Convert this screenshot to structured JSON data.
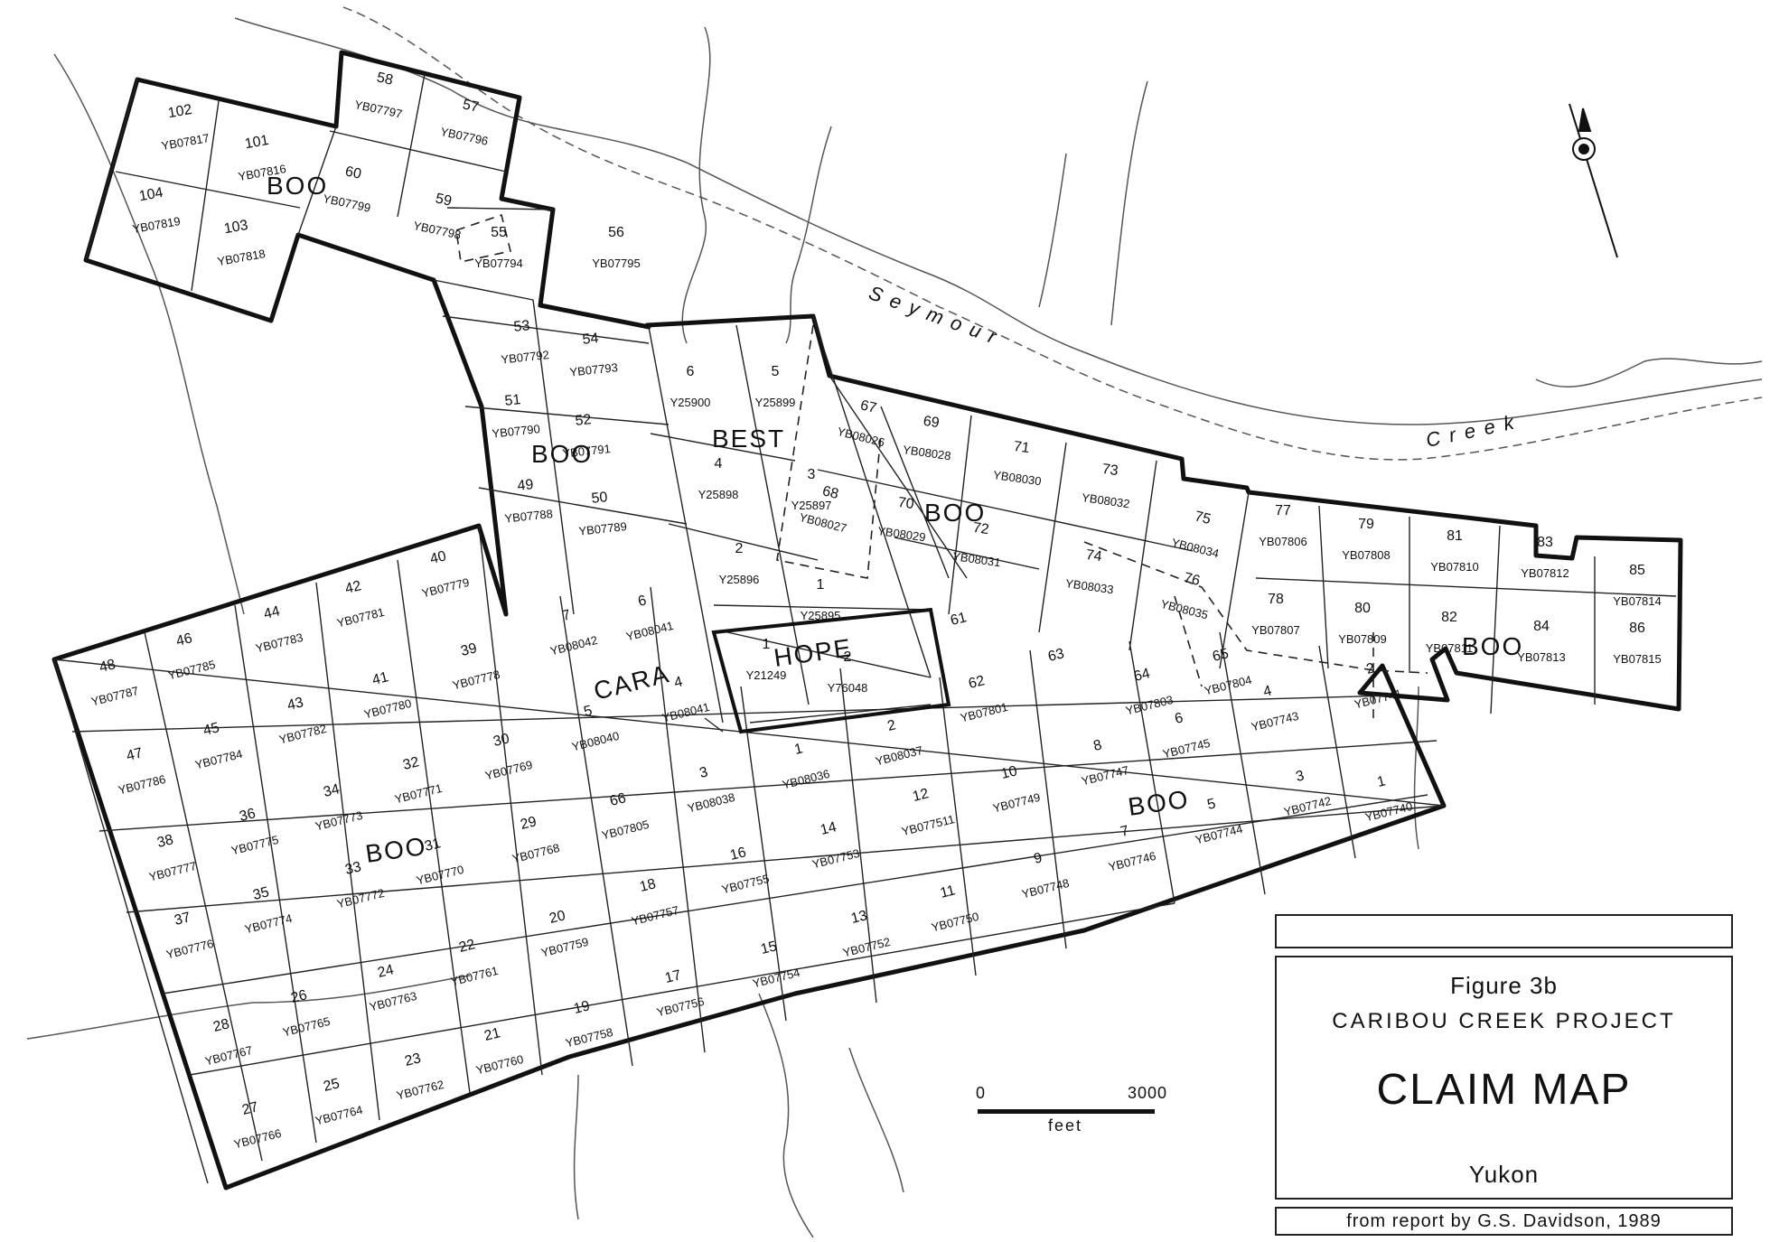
{
  "title_block": {
    "figure": "Figure 3b",
    "project": "CARIBOU CREEK PROJECT",
    "map_title": "CLAIM MAP",
    "region": "Yukon",
    "credit": "from report by G.S. Davidson, 1989"
  },
  "scale_bar": {
    "min_label": "0",
    "max_label": "3000",
    "unit": "feet"
  },
  "creek_labels": [
    {
      "id": "seymour",
      "text": "Seymour"
    },
    {
      "id": "creek",
      "text": "Creek"
    }
  ],
  "claim_groups": [
    {
      "id": "boo-nw",
      "text": "BOO"
    },
    {
      "id": "boo-mid",
      "text": "BOO"
    },
    {
      "id": "best",
      "text": "BEST"
    },
    {
      "id": "boo-center",
      "text": "BOO"
    },
    {
      "id": "cara",
      "text": "CARA"
    },
    {
      "id": "hope",
      "text": "HOPE"
    },
    {
      "id": "boo-sw",
      "text": "BOO"
    },
    {
      "id": "boo-se",
      "text": "BOO"
    },
    {
      "id": "boo-east",
      "text": "BOO"
    }
  ],
  "claims": [
    {
      "num": "102",
      "tag": "YB07817"
    },
    {
      "num": "101",
      "tag": "YB07816"
    },
    {
      "num": "104",
      "tag": "YB07819"
    },
    {
      "num": "103",
      "tag": "YB07818"
    },
    {
      "num": "58",
      "tag": "YB07797"
    },
    {
      "num": "57",
      "tag": "YB07796"
    },
    {
      "num": "60",
      "tag": "YB07799"
    },
    {
      "num": "59",
      "tag": "YB07798"
    },
    {
      "num": "55",
      "tag": "YB07794"
    },
    {
      "num": "56",
      "tag": "YB07795"
    },
    {
      "num": "53",
      "tag": "YB07792"
    },
    {
      "num": "54",
      "tag": "YB07793"
    },
    {
      "num": "51",
      "tag": "YB07790"
    },
    {
      "num": "52",
      "tag": "YB07791"
    },
    {
      "num": "49",
      "tag": "YB07788"
    },
    {
      "num": "50",
      "tag": "YB07789"
    },
    {
      "num": "6",
      "tag": "Y25900"
    },
    {
      "num": "5",
      "tag": "Y25899"
    },
    {
      "num": "4",
      "tag": "Y25898"
    },
    {
      "num": "3",
      "tag": "Y25897"
    },
    {
      "num": "2",
      "tag": "Y25896"
    },
    {
      "num": "1",
      "tag": "Y25895"
    },
    {
      "num": "67",
      "tag": "YB08026"
    },
    {
      "num": "68",
      "tag": "YB08027"
    },
    {
      "num": "69",
      "tag": "YB08028"
    },
    {
      "num": "70",
      "tag": "YB08029"
    },
    {
      "num": "71",
      "tag": "YB08030"
    },
    {
      "num": "72",
      "tag": "YB08031"
    },
    {
      "num": "73",
      "tag": "YB08032"
    },
    {
      "num": "74",
      "tag": "YB08033"
    },
    {
      "num": "75",
      "tag": "YB08034"
    },
    {
      "num": "76",
      "tag": "YB08035"
    },
    {
      "num": "77",
      "tag": "YB07806"
    },
    {
      "num": "78",
      "tag": "YB07807"
    },
    {
      "num": "79",
      "tag": "YB07808"
    },
    {
      "num": "80",
      "tag": "YB07809"
    },
    {
      "num": "81",
      "tag": "YB07810"
    },
    {
      "num": "82",
      "tag": "YB07811"
    },
    {
      "num": "83",
      "tag": "YB07812"
    },
    {
      "num": "84",
      "tag": "YB07813"
    },
    {
      "num": "85",
      "tag": "YB07814"
    },
    {
      "num": "86",
      "tag": "YB07815"
    },
    {
      "num": "48",
      "tag": "YB07787"
    },
    {
      "num": "46",
      "tag": "YB07785"
    },
    {
      "num": "44",
      "tag": "YB07783"
    },
    {
      "num": "42",
      "tag": "YB07781"
    },
    {
      "num": "40",
      "tag": "YB07779"
    },
    {
      "num": "47",
      "tag": "YB07786"
    },
    {
      "num": "45",
      "tag": "YB07784"
    },
    {
      "num": "43",
      "tag": "YB07782"
    },
    {
      "num": "41",
      "tag": "YB07780"
    },
    {
      "num": "39",
      "tag": "YB07778"
    },
    {
      "num": "7",
      "tag": "YB08042"
    },
    {
      "num": "6",
      "tag": "YB08041"
    },
    {
      "num": "5",
      "tag": "YB08040"
    },
    {
      "num": "4",
      "tag": "YB08041"
    },
    {
      "num": "1",
      "tag": "Y21249"
    },
    {
      "num": "2",
      "tag": "Y76048"
    },
    {
      "num": "61",
      "tag": ""
    },
    {
      "num": "62",
      "tag": "YB07801"
    },
    {
      "num": "63",
      "tag": ""
    },
    {
      "num": "64",
      "tag": "YB07803"
    },
    {
      "num": "65",
      "tag": "YB07804"
    },
    {
      "num": "38",
      "tag": "YB07777"
    },
    {
      "num": "36",
      "tag": "YB07775"
    },
    {
      "num": "34",
      "tag": "YB07773"
    },
    {
      "num": "32",
      "tag": "YB07771"
    },
    {
      "num": "30",
      "tag": "YB07769"
    },
    {
      "num": "37",
      "tag": "YB07776"
    },
    {
      "num": "35",
      "tag": "YB07774"
    },
    {
      "num": "33",
      "tag": "YB07772"
    },
    {
      "num": "31",
      "tag": "YB07770"
    },
    {
      "num": "29",
      "tag": "YB07768"
    },
    {
      "num": "66",
      "tag": "YB07805"
    },
    {
      "num": "3",
      "tag": "YB08038"
    },
    {
      "num": "1",
      "tag": "YB08036"
    },
    {
      "num": "2",
      "tag": "YB08037"
    },
    {
      "num": "12",
      "tag": "YB077511"
    },
    {
      "num": "10",
      "tag": "YB07749"
    },
    {
      "num": "8",
      "tag": "YB07747"
    },
    {
      "num": "6",
      "tag": "YB07745"
    },
    {
      "num": "4",
      "tag": "YB07743"
    },
    {
      "num": "2",
      "tag": "YB07741"
    },
    {
      "num": "26",
      "tag": "YB07765"
    },
    {
      "num": "24",
      "tag": "YB07763"
    },
    {
      "num": "22",
      "tag": "YB07761"
    },
    {
      "num": "20",
      "tag": "YB07759"
    },
    {
      "num": "18",
      "tag": "YB07757"
    },
    {
      "num": "16",
      "tag": "YB07755"
    },
    {
      "num": "14",
      "tag": "YB07753"
    },
    {
      "num": "28",
      "tag": "YB07767"
    },
    {
      "num": "27",
      "tag": "YB07766"
    },
    {
      "num": "25",
      "tag": "YB07764"
    },
    {
      "num": "23",
      "tag": "YB07762"
    },
    {
      "num": "21",
      "tag": "YB07760"
    },
    {
      "num": "19",
      "tag": "YB07758"
    },
    {
      "num": "17",
      "tag": "YB07756"
    },
    {
      "num": "15",
      "tag": "YB07754"
    },
    {
      "num": "13",
      "tag": "YB07752"
    },
    {
      "num": "11",
      "tag": "YB07750"
    },
    {
      "num": "9",
      "tag": "YB07748"
    },
    {
      "num": "7",
      "tag": "YB07746"
    },
    {
      "num": "5",
      "tag": "YB07744"
    },
    {
      "num": "3",
      "tag": "YB07742"
    },
    {
      "num": "1",
      "tag": "YB07740"
    }
  ],
  "compass": {
    "icon": "north-arrow-icon"
  },
  "colors": {
    "ink": "#111111",
    "paper": "#ffffff",
    "light_line": "#555555"
  }
}
